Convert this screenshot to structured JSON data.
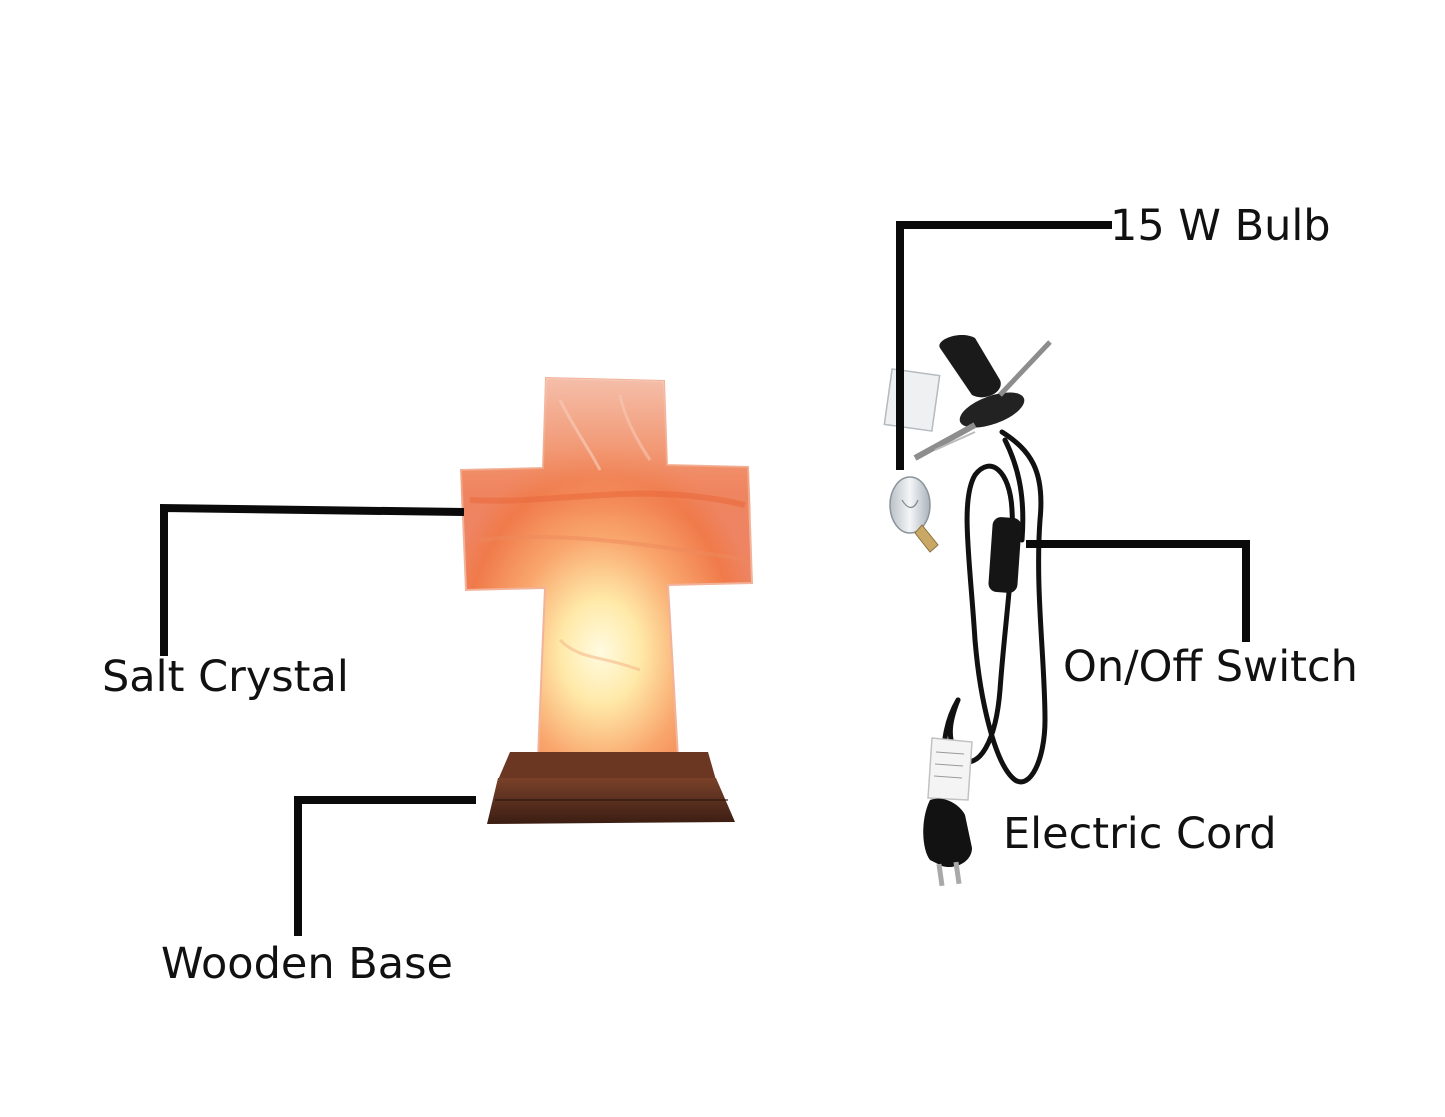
{
  "labels": {
    "salt_crystal": "Salt Crystal",
    "wooden_base": "Wooden Base",
    "bulb": "15 W Bulb",
    "switch": "On/Off Switch",
    "cord": "Electric Cord"
  },
  "colors": {
    "background": "#ffffff",
    "leader_line": "#0a0a0a",
    "salt_glow_core": "#fff3c4",
    "salt_orange": "#f07a4a",
    "salt_edge": "#f6b9a0",
    "wood": "#5a3020",
    "wood_dark": "#3b1d12",
    "cord_black": "#111111",
    "socket_black": "#1a1a1a",
    "bulb_glass": "#d8dde2",
    "bulb_base": "#c9a865"
  },
  "icons": [
    "salt-cross-lamp",
    "wooden-base",
    "light-bulb",
    "lamp-socket",
    "power-cord",
    "plug"
  ]
}
